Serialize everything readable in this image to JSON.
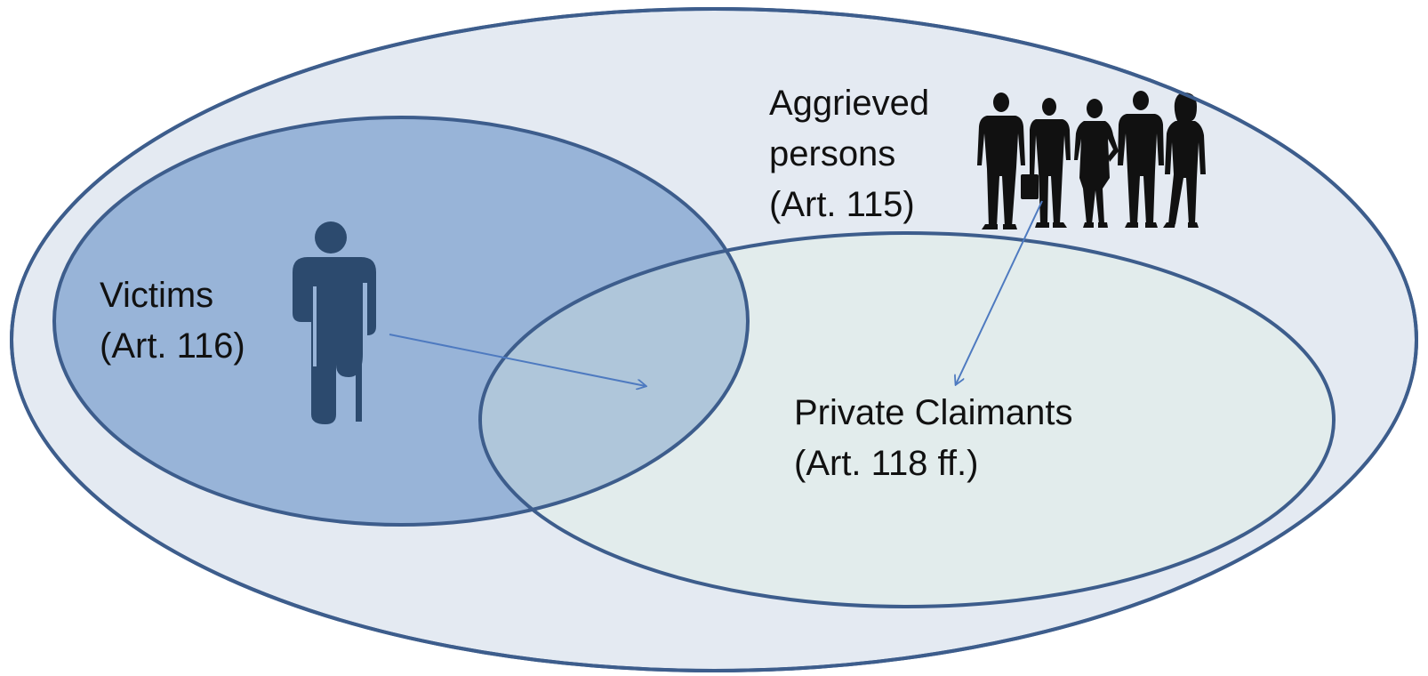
{
  "diagram": {
    "sets": {
      "aggrieved": {
        "lines": [
          "Aggrieved",
          "persons",
          "(Art. 115)"
        ],
        "fill": "#E4EAF2",
        "stroke": "#3D5D8C"
      },
      "victims": {
        "lines": [
          "Victims",
          "(Art. 116)"
        ],
        "fill": "#98B4D8",
        "stroke": "#3D5D8C"
      },
      "private_claimants": {
        "lines": [
          "Private Claimants",
          "(Art. 118 ff.)"
        ],
        "fill": "#E2ECEC",
        "stroke": "#3D5D8C"
      }
    },
    "overlap_fill": "#AFC6DA",
    "arrow_color": "#4E7AC0",
    "icons": [
      "person-with-crutch-icon",
      "business-people-group-icon"
    ],
    "icon_color_victim": "#2C4A6E",
    "icon_color_people": "#111111"
  }
}
